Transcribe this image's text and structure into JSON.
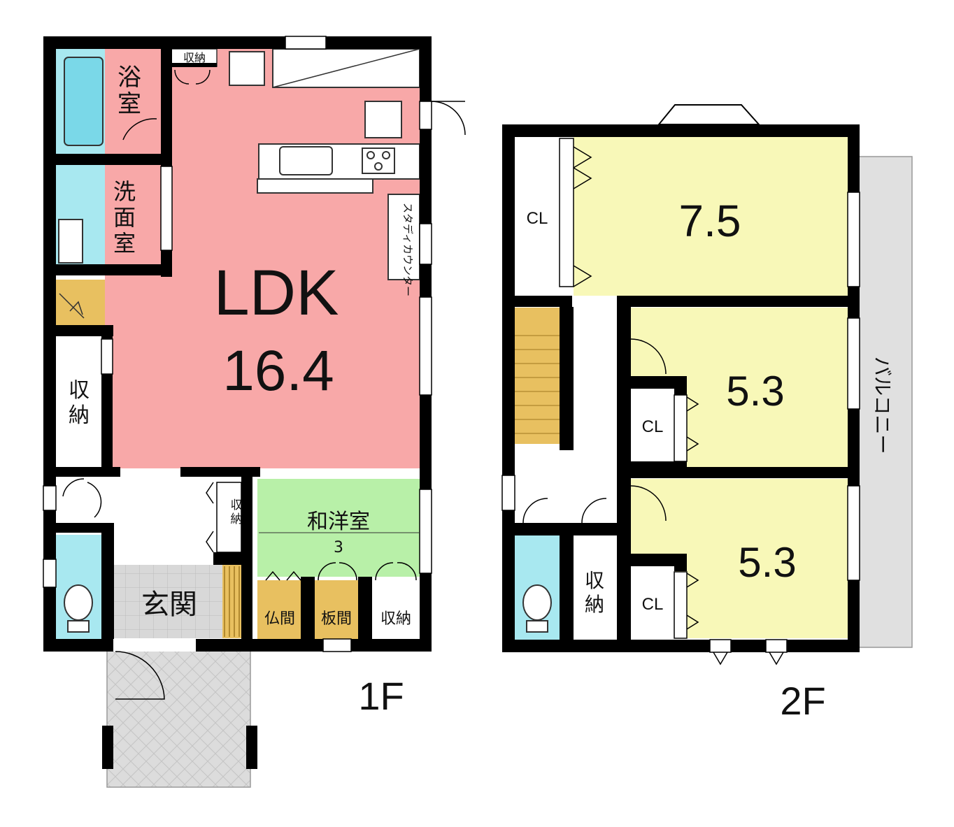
{
  "floor1": {
    "label": "1F",
    "rooms": {
      "bath": "浴室",
      "storage_top": "収納",
      "washroom": "洗面室",
      "ldk_name": "LDK",
      "ldk_size": "16.4",
      "study_counter": "スタディカウンター",
      "storage_left": "収納",
      "storage_hall": "収納",
      "washitsu_name": "和洋室",
      "washitsu_size": "3",
      "entrance": "玄関",
      "butsuma": "仏間",
      "itama": "板間",
      "storage_bottom": "収納"
    }
  },
  "floor2": {
    "label": "2F",
    "rooms": {
      "room1_size": "7.5",
      "room1_closet": "CL",
      "room2_size": "5.3",
      "room2_closet": "CL",
      "room3_size": "5.3",
      "room3_closet": "CL",
      "storage": "収納",
      "balcony": "バルコニー"
    }
  },
  "colors": {
    "wall": "#000000",
    "ldk": "#f8a8a8",
    "wet_area": "#a8e8f0",
    "washitsu": "#b8f0a8",
    "bedroom": "#f8f8b8",
    "stairs": "#e8c060",
    "entrance_tile": "#d8d8d8",
    "balcony": "#e0e0e0"
  }
}
